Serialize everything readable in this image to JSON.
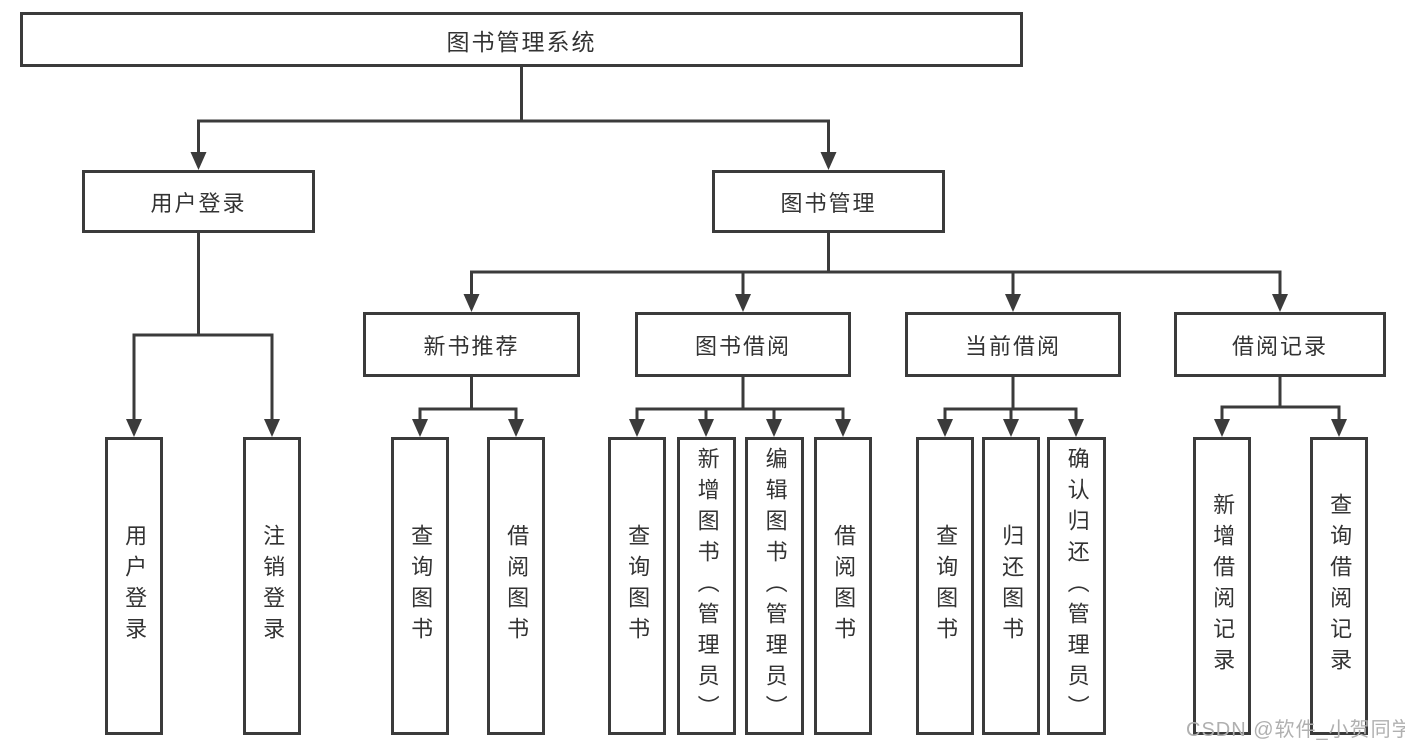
{
  "tree": {
    "label": "图书管理系统",
    "children": [
      {
        "label": "用户登录",
        "children": [
          {
            "label": "用户登录"
          },
          {
            "label": "注销登录"
          }
        ]
      },
      {
        "label": "图书管理",
        "children": [
          {
            "label": "新书推荐",
            "children": [
              {
                "label": "查询图书"
              },
              {
                "label": "借阅图书"
              }
            ]
          },
          {
            "label": "图书借阅",
            "children": [
              {
                "label": "查询图书"
              },
              {
                "label": "新增图书（管理员）"
              },
              {
                "label": "编辑图书（管理员）"
              },
              {
                "label": "借阅图书"
              }
            ]
          },
          {
            "label": "当前借阅",
            "children": [
              {
                "label": "查询图书"
              },
              {
                "label": "归还图书"
              },
              {
                "label": "确认归还（管理员）"
              }
            ]
          },
          {
            "label": "借阅记录",
            "children": [
              {
                "label": "新增借阅记录"
              },
              {
                "label": "查询借阅记录"
              }
            ]
          }
        ]
      }
    ]
  },
  "watermark": {
    "text": "CSDN @软件_小贺同学"
  },
  "colors": {
    "line": "#3b3b3b",
    "border": "#3b3b3b",
    "text": "#333333",
    "watermark": "#b0b0b0",
    "background": "#ffffff"
  }
}
